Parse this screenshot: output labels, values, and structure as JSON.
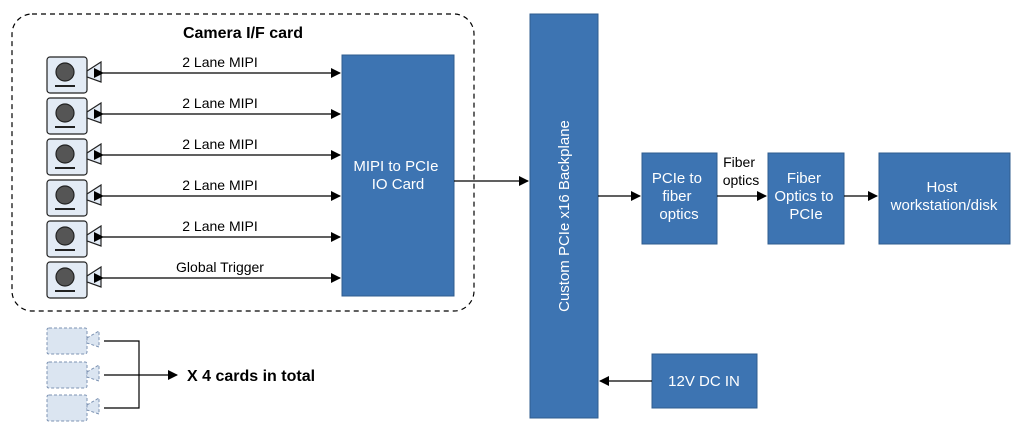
{
  "title": "Camera I/F card",
  "links": [
    "2 Lane MIPI",
    "2 Lane MIPI",
    "2 Lane MIPI",
    "2 Lane MIPI",
    "2 Lane MIPI",
    "Global Trigger"
  ],
  "blocks": {
    "mipi": [
      "MIPI to PCIe",
      "IO Card"
    ],
    "backplane": "Custom PCIe x16 Backplane",
    "pcie_fiber": [
      "PCIe to",
      "fiber",
      "optics"
    ],
    "fiber_label": [
      "Fiber",
      "optics"
    ],
    "fiber_pcie": [
      "Fiber",
      "Optics to",
      "PCIe"
    ],
    "host": [
      "Host",
      "workstation/disk"
    ],
    "power": "12V DC IN"
  },
  "multiplier": "X 4 cards in total",
  "colors": {
    "block": "#3d74b2",
    "block_border": "#2f5c8f",
    "ghost": "#dbe5f1",
    "camera": "#e3ebf5"
  }
}
